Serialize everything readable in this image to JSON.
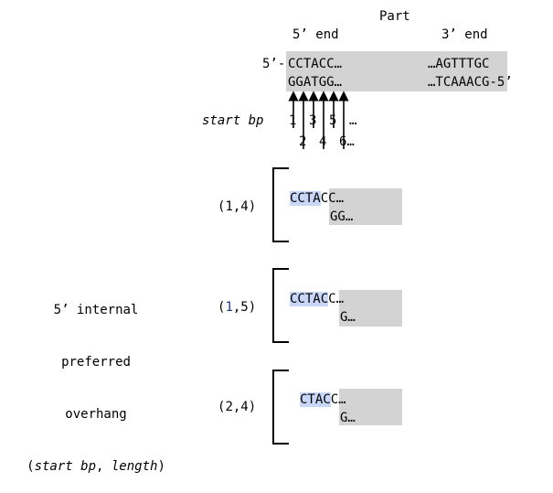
{
  "part": {
    "title": "Part",
    "five_prime_end": "5’ end",
    "three_prime_end": "3’ end",
    "top_prefix": "5’-",
    "top_left": "CCTACC…",
    "top_right": "…AGTTTGC",
    "bottom_left": "GGATGG…",
    "bottom_right": "…TCAAACG-5’"
  },
  "start_bp": {
    "label": "start bp",
    "odd": [
      "1",
      "3",
      "5",
      "…"
    ],
    "even": [
      "2",
      "4",
      "6…"
    ]
  },
  "side_label": {
    "line1": "5’ internal",
    "line2": "preferred",
    "line3": "overhang",
    "line4_open": "(",
    "line4_start": "start bp",
    "line4_sep": ", ",
    "line4_length": "length",
    "line4_close": ")"
  },
  "examples": [
    {
      "label_open": "(",
      "label_start": "1",
      "label_rest": ",4)",
      "top_hl": "CCTA",
      "top_rest": "CC…",
      "bottom": "GG…"
    },
    {
      "label_open": "(",
      "label_start": "1",
      "label_rest": ",5)",
      "top_hl": "CCTAC",
      "top_rest": "C…",
      "bottom": "G…"
    },
    {
      "label_open": "(",
      "label_start": "2",
      "label_rest": ",4)",
      "top_hl": "CTAC",
      "top_rest": "C…",
      "bottom": "G…"
    }
  ],
  "colors": {
    "highlight": "#c8d6f7",
    "part_box": "#d3d3d3",
    "blue_digit": "#1a3a8c"
  }
}
